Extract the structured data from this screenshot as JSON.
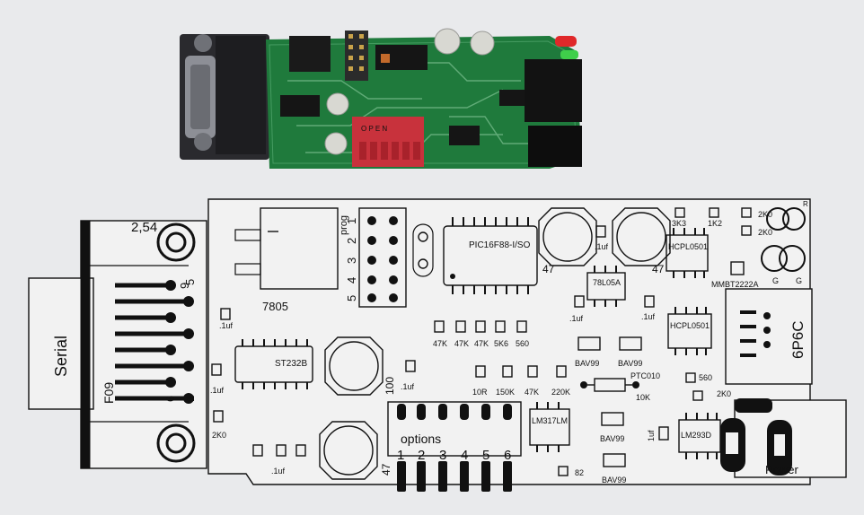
{
  "colors": {
    "background": "#e9eaec",
    "pcb_green": "#1f7a3c",
    "dip_switch": "#c8323c",
    "ink": "#111111"
  },
  "photo": {
    "dip_switch_text": "O P E N"
  },
  "layout": {
    "connector_label": "Serial",
    "connector_code": "F09",
    "pitch_label": "2,54",
    "regulator_label": "7805",
    "header_label": "prog",
    "header_pins": [
      "1",
      "2",
      "3",
      "4",
      "5"
    ],
    "mcu_label": "PIC16F88-I/SO",
    "driver_label": "ST232B",
    "reg2_label": "78L05A",
    "adj_reg_label": "LM317LM",
    "comparator_label": "LM293D",
    "opto1_label": "HCPL0501",
    "opto2_label": "HCPL0501",
    "transistor_label": "MMBT2222A",
    "phone_jack_label": "6P6C",
    "power_label": "Power",
    "options_label": "options",
    "option_numbers": [
      "1",
      "2",
      "3",
      "4",
      "5",
      "6"
    ],
    "pin_numbers": {
      "p9": "9",
      "p5": "5",
      "p6": "6",
      "p1": "1"
    },
    "cap_labels": {
      "c47_a": "47",
      "c47_b": "47",
      "c100": "100",
      "c47_c": "47",
      "uf_1": ".1uf",
      "uf_2": ".1uf",
      "uf_3": ".1uf",
      "uf_4": ".1uf",
      "uf_5": ".1uf",
      "uf_6": ".1uf",
      "uf_7": ".1uf",
      "uf_8": "1uf"
    },
    "resistor_row1": [
      "47K",
      "47K",
      "47K",
      "5K6",
      "560"
    ],
    "resistor_row2": [
      "10R",
      "150K",
      "47K",
      "220K"
    ],
    "misc_labels": {
      "r3k3": "3K3",
      "r1k2": "1K2",
      "r2k0_a": "2K0",
      "r2k0_b": "2K0",
      "r2k0_c": "2K0",
      "r2k0_d": "2K0",
      "r560": "560",
      "r82": "82",
      "ptc": "PTC010",
      "r10k": "10K",
      "led_r": "R",
      "led_g1": "G",
      "led_g2": "G"
    },
    "diode_labels": [
      "BAV99",
      "BAV99",
      "BAV99",
      "BAV99"
    ]
  }
}
